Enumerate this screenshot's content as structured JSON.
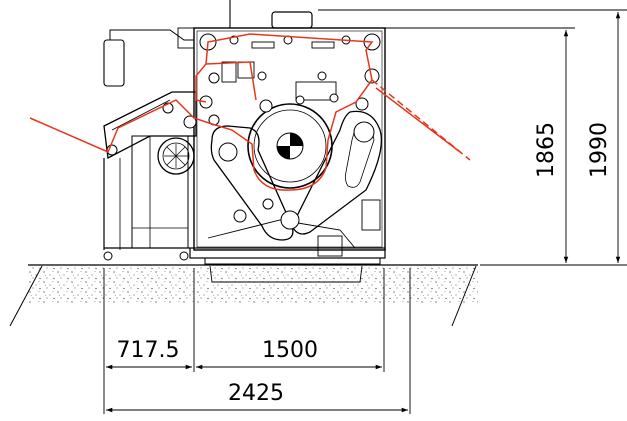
{
  "dimensions": {
    "horizontal_left": "717.5",
    "horizontal_middle": "1500",
    "horizontal_total": "2425",
    "vertical_inner": "1865",
    "vertical_outer": "1990"
  },
  "colors": {
    "line": "#000000",
    "web_path": "#e8361c",
    "ground_fill": "#ffffff"
  }
}
